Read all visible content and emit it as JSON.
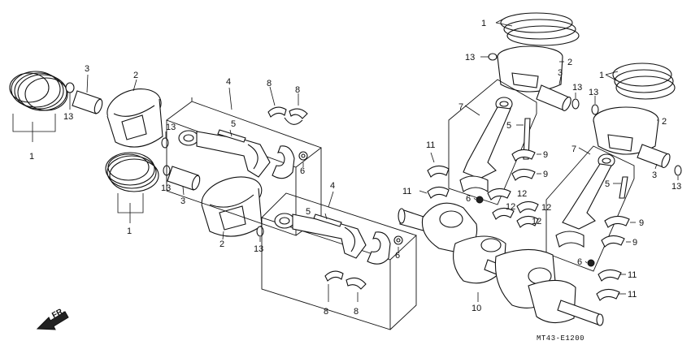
{
  "diagram": {
    "code": "MT43-E1200",
    "direction": "FR.",
    "callouts": [
      {
        "id": "c1a",
        "text": "1"
      },
      {
        "id": "c1b",
        "text": "1"
      },
      {
        "id": "c1c",
        "text": "1"
      },
      {
        "id": "c1d",
        "text": "1"
      },
      {
        "id": "c2a",
        "text": "2"
      },
      {
        "id": "c2b",
        "text": "2"
      },
      {
        "id": "c2c",
        "text": "2"
      },
      {
        "id": "c2d",
        "text": "2"
      },
      {
        "id": "c3a",
        "text": "3"
      },
      {
        "id": "c3b",
        "text": "3"
      },
      {
        "id": "c3c",
        "text": "3"
      },
      {
        "id": "c3d",
        "text": "3"
      },
      {
        "id": "c13a",
        "text": "13"
      },
      {
        "id": "c13b",
        "text": "13"
      },
      {
        "id": "c13c",
        "text": "13"
      },
      {
        "id": "c13d",
        "text": "13"
      },
      {
        "id": "c13e",
        "text": "13"
      },
      {
        "id": "c13f",
        "text": "13"
      },
      {
        "id": "c13g",
        "text": "13"
      },
      {
        "id": "c13h",
        "text": "13"
      },
      {
        "id": "c4a",
        "text": "4"
      },
      {
        "id": "c4b",
        "text": "4"
      },
      {
        "id": "c5a",
        "text": "5"
      },
      {
        "id": "c5b",
        "text": "5"
      },
      {
        "id": "c5c",
        "text": "5"
      },
      {
        "id": "c5d",
        "text": "5"
      },
      {
        "id": "c6a",
        "text": "6"
      },
      {
        "id": "c6b",
        "text": "6"
      },
      {
        "id": "c6c",
        "text": "6"
      },
      {
        "id": "c6d",
        "text": "6"
      },
      {
        "id": "c7a",
        "text": "7"
      },
      {
        "id": "c7b",
        "text": "7"
      },
      {
        "id": "c8a",
        "text": "8"
      },
      {
        "id": "c8b",
        "text": "8"
      },
      {
        "id": "c8c",
        "text": "8"
      },
      {
        "id": "c8d",
        "text": "8"
      },
      {
        "id": "c9a",
        "text": "9"
      },
      {
        "id": "c9b",
        "text": "9"
      },
      {
        "id": "c9c",
        "text": "9"
      },
      {
        "id": "c9d",
        "text": "9"
      },
      {
        "id": "c10",
        "text": "10"
      },
      {
        "id": "c11a",
        "text": "11"
      },
      {
        "id": "c11b",
        "text": "11"
      },
      {
        "id": "c11c",
        "text": "11"
      },
      {
        "id": "c11d",
        "text": "11"
      },
      {
        "id": "c12a",
        "text": "12"
      },
      {
        "id": "c12b",
        "text": "12"
      },
      {
        "id": "c12c",
        "text": "12"
      },
      {
        "id": "c12d",
        "text": "12"
      }
    ]
  }
}
